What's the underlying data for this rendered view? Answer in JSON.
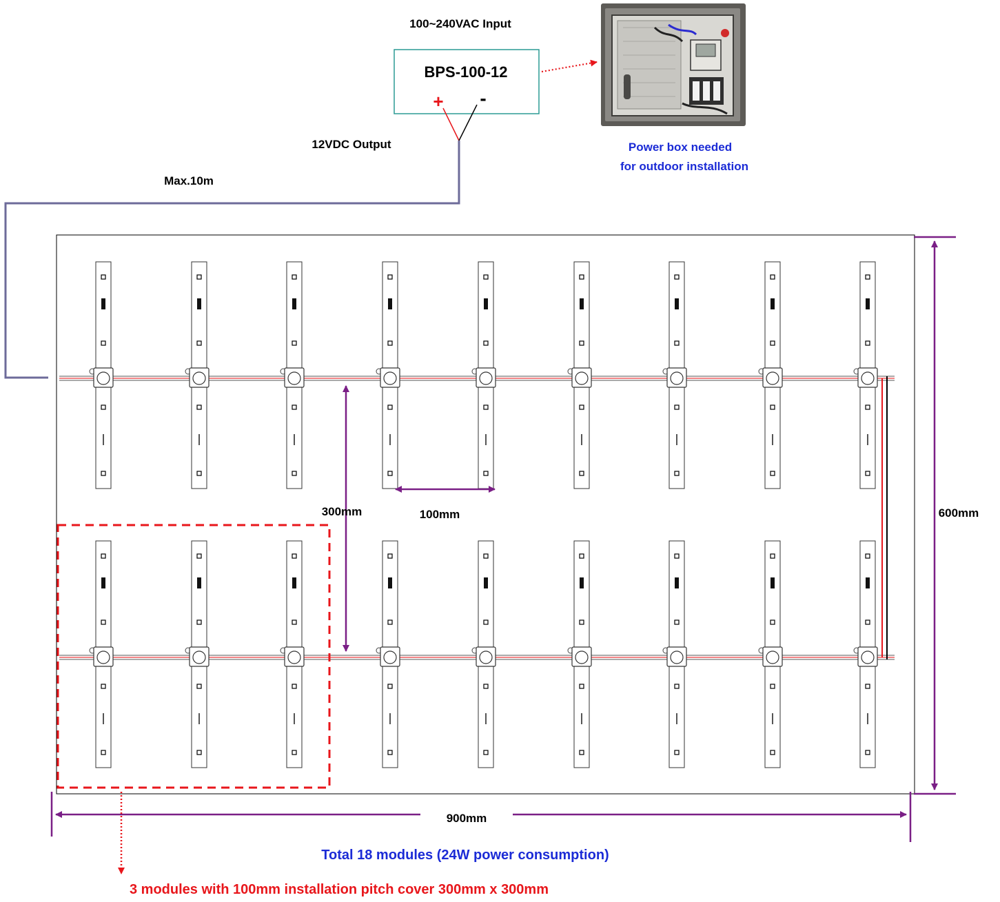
{
  "diagram": {
    "input_label": "100~240VAC Input",
    "psu_model": "BPS-100-12",
    "plus_sign": "+",
    "minus_sign": "-",
    "output_label": "12VDC Output",
    "cable_length_label": "Max.10m",
    "power_box_note_line1": "Power box needed",
    "power_box_note_line2": "for outdoor installation",
    "dim_height_row_label": "300mm",
    "dim_pitch_label": "100mm",
    "dim_panel_height_label": "600mm",
    "dim_panel_width_label": "900mm",
    "total_label": "Total 18 modules (24W power consumption)",
    "group_note": "3 modules with 100mm installation pitch cover 300mm x 300mm",
    "module_rows": 2,
    "modules_per_row": 9
  },
  "colors": {
    "red": "#e8161b",
    "blue": "#1b2bd6",
    "purple": "#7a1f86",
    "cable": "#6d6b9a",
    "psu_border": "#2a9a94"
  }
}
